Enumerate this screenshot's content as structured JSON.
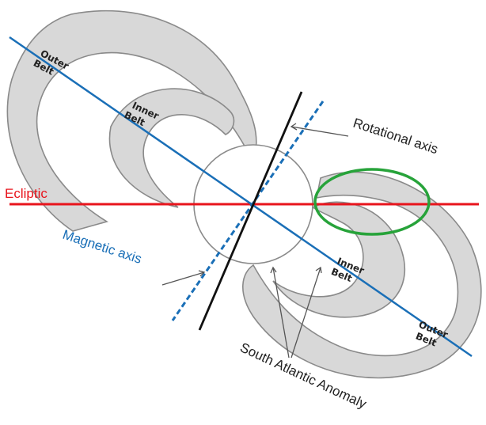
{
  "labels": {
    "outer_belt_top": "Outer Belt",
    "inner_belt_top": "Inner Belt",
    "inner_belt_bottom": "Inner Belt",
    "outer_belt_bottom": "Outer Belt",
    "rotational_axis": "Rotational axis",
    "ecliptic": "Ecliptic",
    "magnetic_axis": "Magnetic axis",
    "south_atlantic_anomaly": "South Atlantic Anomaly"
  },
  "colors": {
    "ecliptic": "#e8141c",
    "magnetic_axis": "#1a6fb7",
    "rotational_axis": "#111111",
    "saa_highlight": "#27a33a",
    "belt_fill": "#d8d8d8",
    "belt_stroke": "#8a8a8a"
  }
}
